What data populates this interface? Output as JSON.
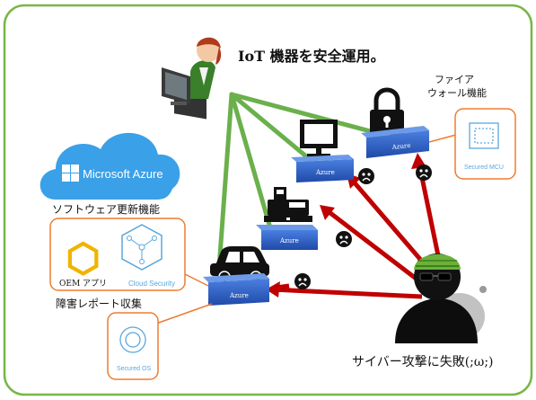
{
  "texts": {
    "headline": "IoT 機器を安全運用。",
    "firewall_line1": "ファイア",
    "firewall_line2": "ウォール機能",
    "azure_logo": "Microsoft Azure",
    "software_update": "ソフトウェア更新機能",
    "oem_app": "OEM アプリ",
    "cloud_security": "Cloud Security",
    "fault_report": "障害レポート収集",
    "secured_os": "Secured OS",
    "secured_mcu": "Secured MCU",
    "cyber_attack_failed": "サイバー攻撃に失敗(;ω;)",
    "device_brand": "Azure"
  },
  "colors": {
    "frame_green": "#7ab648",
    "link_green": "#6ab04c",
    "attack_red": "#c00000",
    "callout_orange": "#ed7d31",
    "azure_blue": "#0078d4",
    "cloud_blue": "#3aa0e8",
    "box_blue": "#2f5fc2",
    "feature_blue": "#5aa7dd"
  },
  "icons": [
    "user-at-pc-icon",
    "lock-icon",
    "monitor-icon",
    "cash-register-icon",
    "car-icon",
    "hacker-icon",
    "sad-face-icon",
    "cloud-icon",
    "windows-logo-icon",
    "chip-icon",
    "os-circle-icon"
  ]
}
